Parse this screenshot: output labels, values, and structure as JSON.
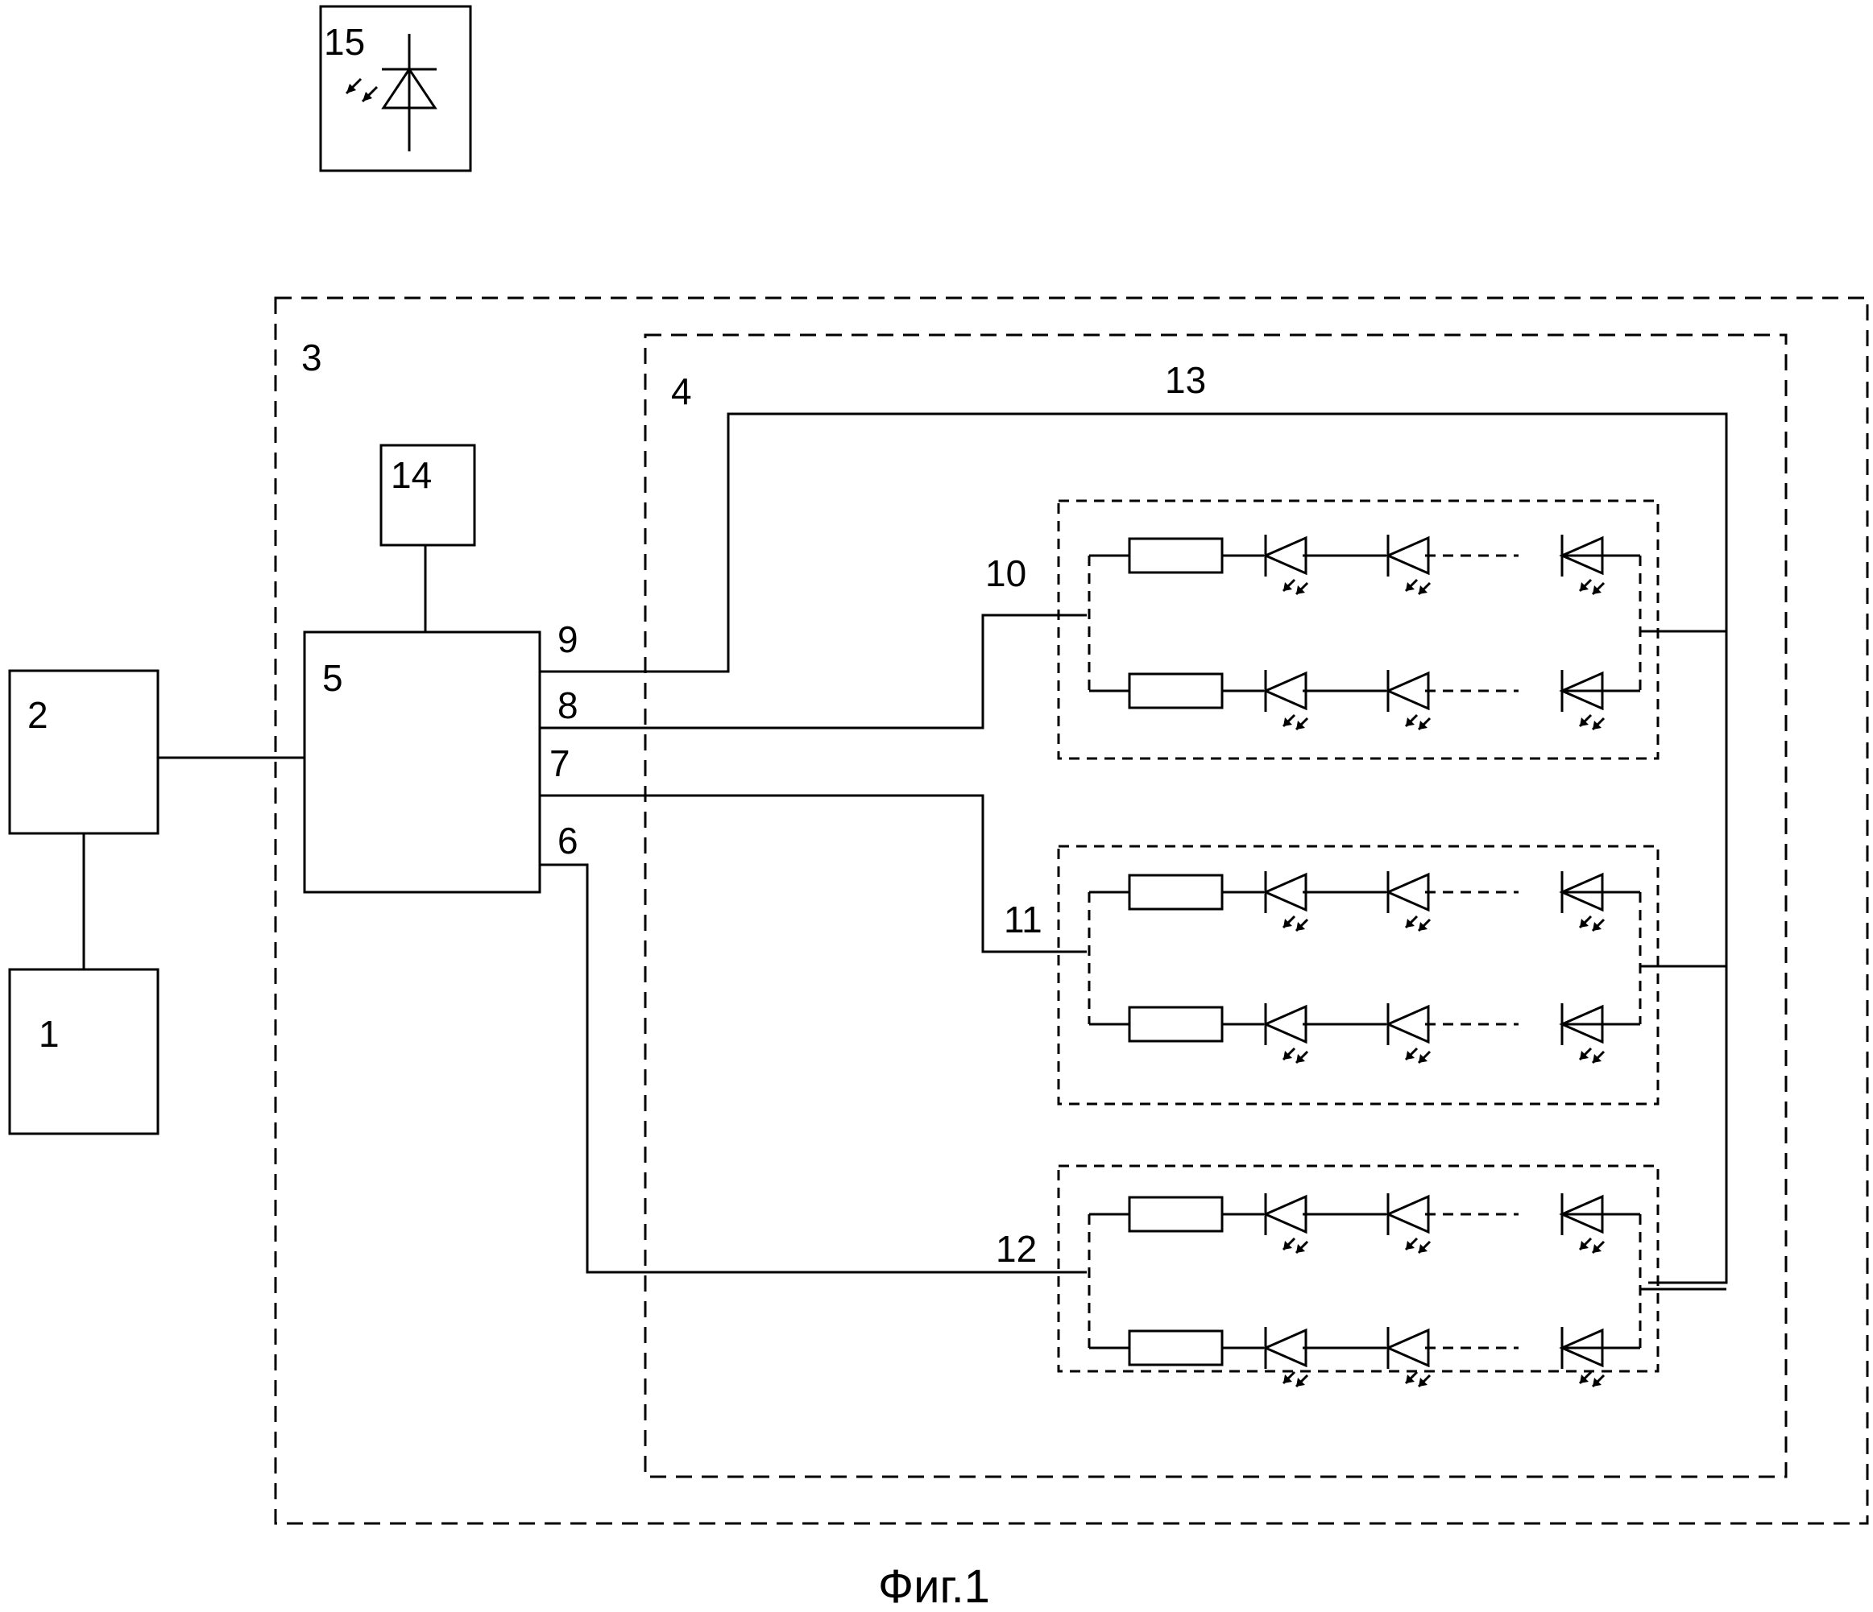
{
  "figure": {
    "caption": "Фиг.1",
    "labels": {
      "l1": "1",
      "l2": "2",
      "l3": "3",
      "l4": "4",
      "l5": "5",
      "l6": "6",
      "l7": "7",
      "l8": "8",
      "l9": "9",
      "l10": "10",
      "l11": "11",
      "l12": "12",
      "l13": "13",
      "l14": "14",
      "l15": "15"
    },
    "icons": {
      "legend": "photodiode-icon",
      "element": "led-icon",
      "resistor": "resistor-icon"
    }
  }
}
